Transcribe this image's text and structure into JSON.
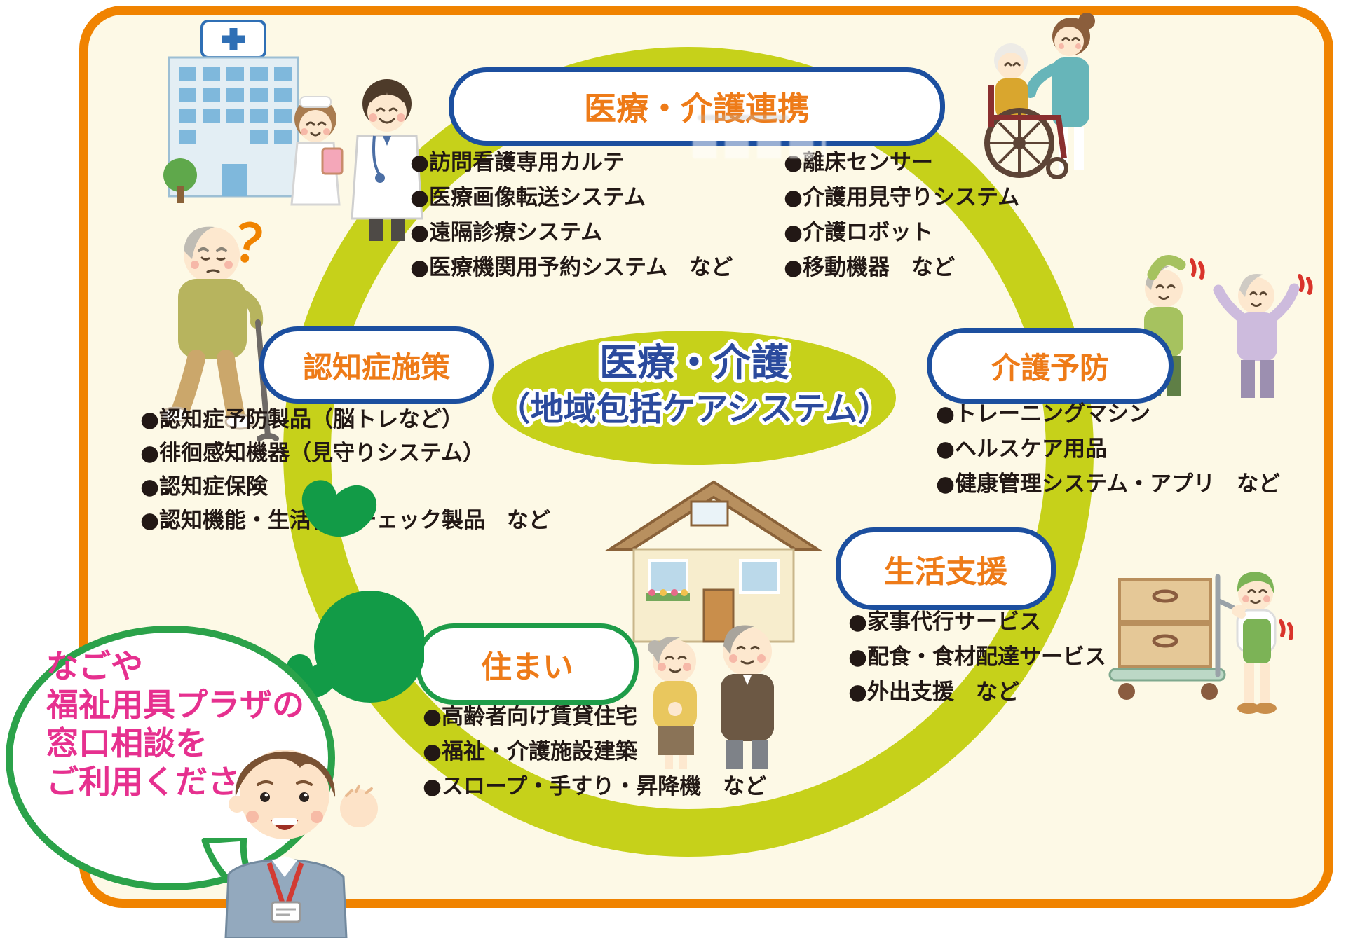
{
  "center_title": {
    "line1": "医療・介護",
    "line2": "（地域包括ケアシステム）"
  },
  "sections": {
    "renkei": {
      "label": "医療・介護連携",
      "left_items": [
        "●訪問看護専用カルテ",
        "●医療画像転送システム",
        "●遠隔診療システム",
        "●医療機関用予約システム　など"
      ],
      "right_items": [
        "●離床センサー",
        "●介護用見守りシステム",
        "●介護ロボット",
        "●移動機器　など"
      ]
    },
    "ninchisho": {
      "label": "認知症施策",
      "items": [
        "●認知症予防製品（脳トレなど）",
        "●徘徊感知機器（見守りシステム）",
        "●認知症保険",
        "●認知機能・生活習慣チェック製品　など"
      ]
    },
    "yobo": {
      "label": "介護予防",
      "items": [
        "●トレーニングマシン",
        "●ヘルスケア用品",
        "●健康管理システム・アプリ　など"
      ]
    },
    "seikatsu": {
      "label": "生活支援",
      "items": [
        "●家事代行サービス",
        "●配食・食材配達サービス",
        "●外出支援　など"
      ]
    },
    "sumai": {
      "label": "住まい",
      "items": [
        "●高齢者向け賃貸住宅",
        "●福祉・介護施設建築",
        "●スロープ・手すり・昇降機　など"
      ]
    }
  },
  "speech_bubble": {
    "lines": [
      "なごや",
      "福祉用具プラザの",
      "窓口相談を",
      "ご利用ください"
    ]
  },
  "marks": {
    "question_mark": "？"
  },
  "colors": {
    "frame_orange": "#F08300",
    "ring_green": "#C6D11A",
    "label_orange": "#EE7B18",
    "pill_border_blue": "#1C4F9F",
    "pill_border_green": "#1E9C48",
    "bubble_border_green": "#2BA24A",
    "bubble_text_pink": "#E6308F",
    "center_text_navy": "#2B4A9D",
    "background_cream": "#FDF9E6",
    "list_text": "#221815",
    "logo_green": "#129B47"
  }
}
